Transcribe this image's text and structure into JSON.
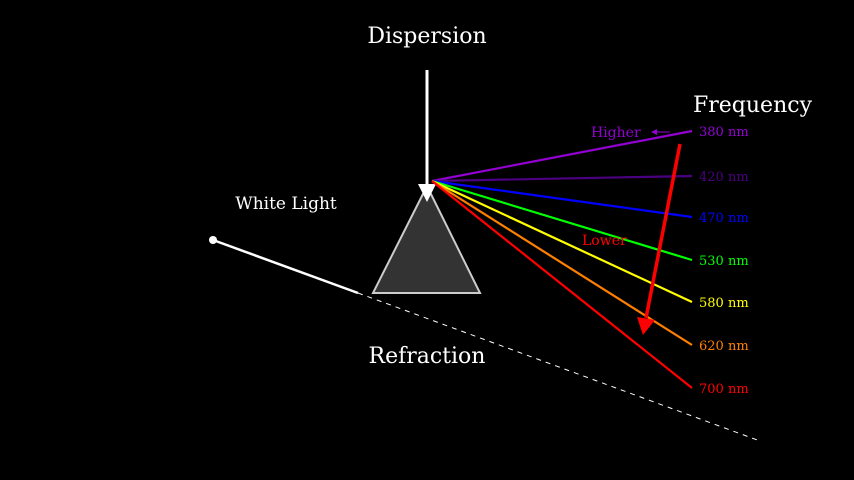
{
  "title_top": "Dispersion",
  "title_bottom": "Refraction",
  "white_light_label": "White Light",
  "frequency_label": "Frequency",
  "higher_label": "Higher",
  "lower_label": "Lower",
  "colors": {
    "background": "#000000",
    "prism_fill": "#333333",
    "prism_stroke": "#cccccc",
    "frequency_arrow": "#ff0000",
    "higher": "#9400d3",
    "lower": "#ff0000"
  },
  "rays": [
    {
      "label": "380 nm",
      "color": "#9400d3"
    },
    {
      "label": "420 nm",
      "color": "#4b0082"
    },
    {
      "label": "470 nm",
      "color": "#0000ff"
    },
    {
      "label": "530 nm",
      "color": "#00ff00"
    },
    {
      "label": "580 nm",
      "color": "#ffff00"
    },
    {
      "label": "620 nm",
      "color": "#ff7f00"
    },
    {
      "label": "700 nm",
      "color": "#ff0000"
    }
  ]
}
